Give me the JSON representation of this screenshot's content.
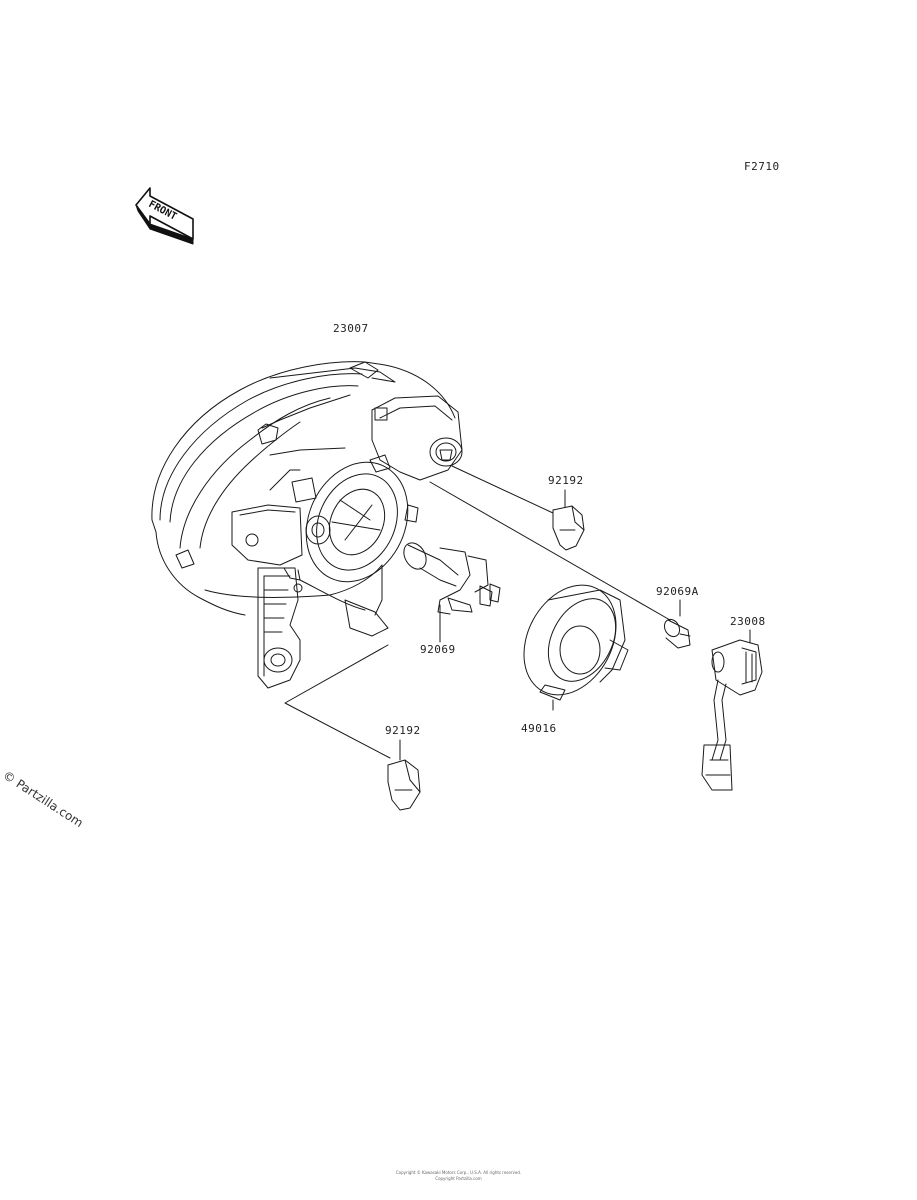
{
  "figure_code": "F2710",
  "front_label": "FRONT",
  "callouts": [
    {
      "id": "headlamp-assembly",
      "text": "23007"
    },
    {
      "id": "socket-cap-top",
      "text": "92192"
    },
    {
      "id": "main-bulb",
      "text": "92069"
    },
    {
      "id": "position-bulb",
      "text": "92069A"
    },
    {
      "id": "position-socket",
      "text": "23008"
    },
    {
      "id": "bulb-cover",
      "text": "49016"
    },
    {
      "id": "socket-cap-bottom",
      "text": "92192"
    }
  ],
  "watermark": "© Partzilla.com",
  "footer_line1": "Copyright © Kawasaki Motors Corp., U.S.A. All rights reserved.",
  "footer_line2": "Copyright Partzilla.com"
}
